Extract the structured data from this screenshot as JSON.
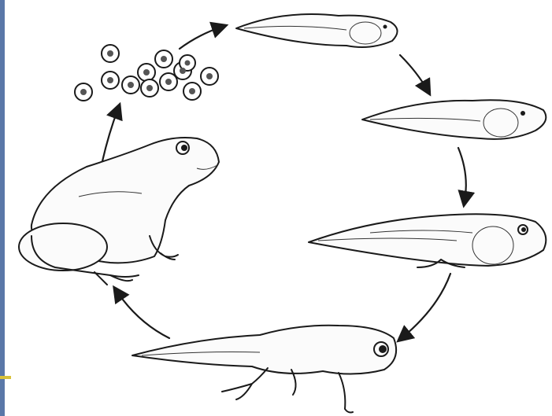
{
  "diagram": {
    "stages": [
      {
        "id": "eggs",
        "icon": "frog-eggs-icon"
      },
      {
        "id": "tadpole-early",
        "icon": "tadpole-icon"
      },
      {
        "id": "tadpole",
        "icon": "tadpole-icon"
      },
      {
        "id": "tadpole-hind-legs",
        "icon": "tadpole-with-legs-icon"
      },
      {
        "id": "froglet",
        "icon": "froglet-icon"
      },
      {
        "id": "adult-frog",
        "icon": "frog-icon"
      }
    ],
    "colors": {
      "ink": "#1a1a1a",
      "edge_bar": "#5a78a8",
      "edge_mark": "#d9c23a"
    }
  }
}
